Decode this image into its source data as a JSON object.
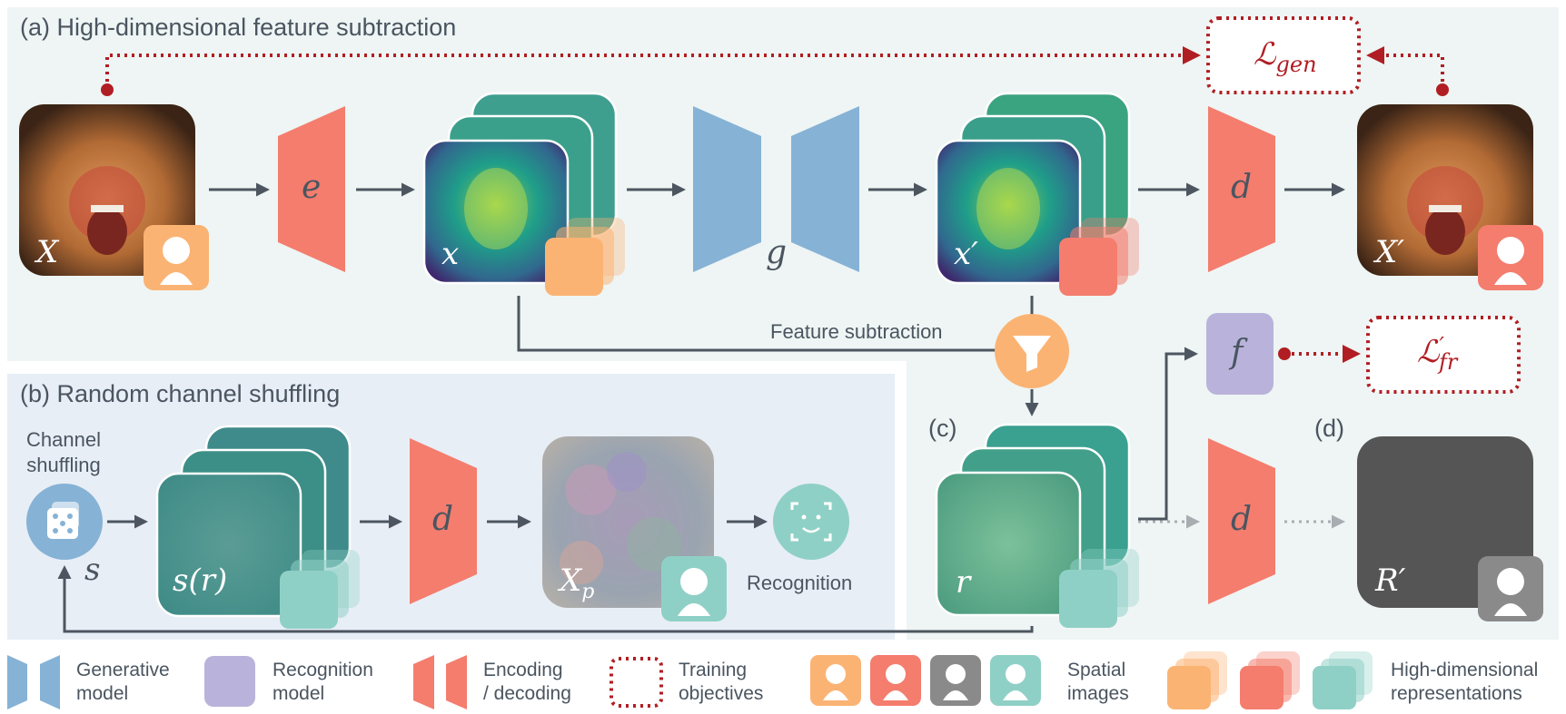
{
  "panels": {
    "a_title": "(a) High-dimensional feature subtraction",
    "b_title": "(b) Random channel shuffling",
    "c_label": "(c)",
    "d_label": "(d)"
  },
  "symbols": {
    "X": "X",
    "e": "e",
    "x": "x",
    "g": "g",
    "x_prime": "x′",
    "d": "d",
    "X_prime": "X′",
    "f": "f",
    "s": "s",
    "s_r": "s(r)",
    "X_p_base": "X",
    "X_p_sub": "p",
    "r": "r",
    "R_prime": "R′",
    "L_gen_base": "ℒ",
    "L_gen_sub": "gen",
    "L_fr_base": "ℒ",
    "L_fr_sup": "′",
    "L_fr_sub": "fr"
  },
  "labels": {
    "feature_subtraction": "Feature subtraction",
    "channel_shuffling_line1": "Channel",
    "channel_shuffling_line2": "shuffling",
    "recognition": "Recognition"
  },
  "legend": {
    "generative": "Generative\nmodel",
    "recognition": "Recognition\nmodel",
    "encoding": "Encoding\n/ decoding",
    "training": "Training\nobjectives",
    "spatial": "Spatial\nimages",
    "highdim": "High-dimensional\nrepresentations"
  },
  "colors": {
    "panel_a_bg": "#eef5f4",
    "panel_b_bg": "#e8eef6",
    "encoder": "#f47d6e",
    "generative": "#86b2d6",
    "recognition": "#b9b3db",
    "objective": "#b01e23",
    "orange": "#fbb373",
    "teal": "#8fd0c6",
    "gray": "#8a8a8a",
    "arrow": "#4d5660"
  }
}
